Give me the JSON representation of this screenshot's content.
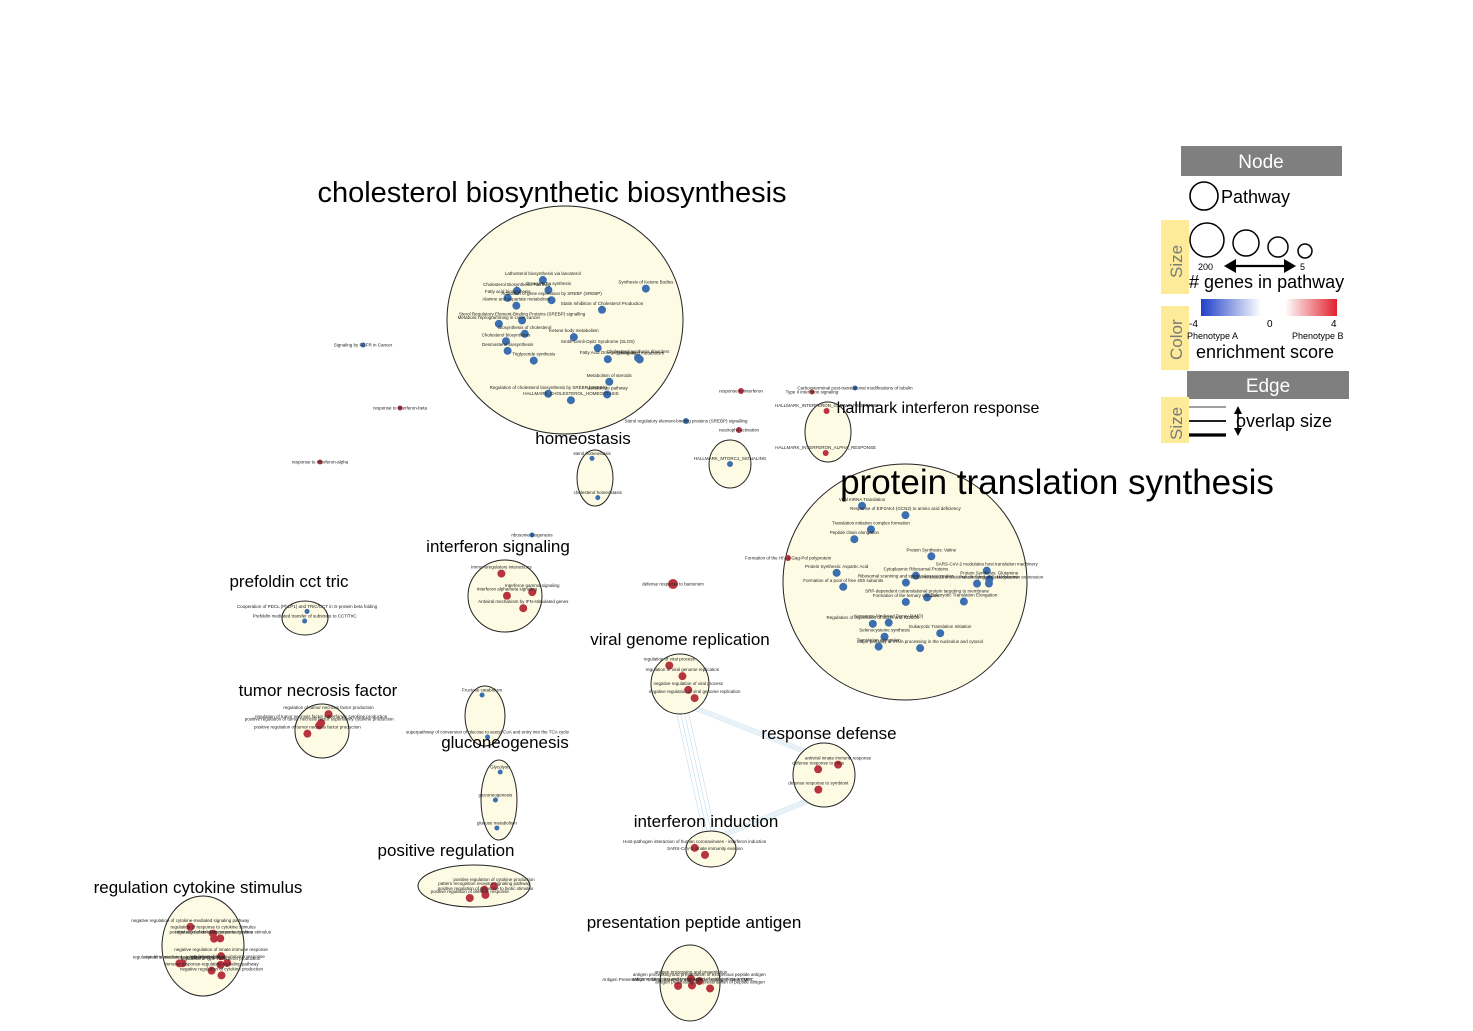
{
  "colors": {
    "cluster_fill": "#fdfbe3",
    "cluster_stroke": "#222222",
    "edge": "#9cc6dc",
    "node_blue": "#3b6fb0",
    "node_red": "#b8343f",
    "legend_header": "#7f7f7f",
    "legend_side": "#fdeb9a",
    "scale_low": "#1f3fc8",
    "scale_high": "#e0212e"
  },
  "clusters": [
    {
      "id": "cholesterol",
      "label": "cholesterol biosynthetic biosynthesis",
      "nodes": [
        "Metabolic reprogramming in colon cancer",
        "Smith-Lemli-Opitz Syndrome (SLOS)",
        "Cholesterol biosynthesis",
        "Cholesterol synthesis disorders",
        "Cholesterol Biosynthesis Pathway",
        "Regulation of cholesterol biosynthesis by SREBP (SREBF)",
        "Activation of gene expression by SREBF (SREBP)",
        "Sterol Regulatory Element-Binding Proteins (SREBP) signalling",
        "Omega-9 FA synthesis",
        "Fatty acid biosynthesis",
        "Ketone body metabolism",
        "Synthesis of Ketone Bodies",
        "Fatty Acid Omega Oxidation",
        "Statin Inhibition of Cholesterol Production",
        "Desmosterol biosynthesis",
        "Lathosterol biosynthesis via lanosterol",
        "Mevalonate pathway",
        "Biosynthesis of cholesterol",
        "Alanine and aspartate metabolism",
        "Metabolism of steroids",
        "Triglyceride synthesis",
        "Sphingolipid metabolism",
        "HALLMARK_CHOLESTEROL_HOMEOSTASIS"
      ]
    },
    {
      "id": "homeostasis",
      "label": "homeostasis",
      "nodes": [
        "sterol homeostasis",
        "cholesterol homeostasis"
      ]
    },
    {
      "id": "interferon_response",
      "label": "hallmark interferon response",
      "nodes": [
        "HALLMARK_INTERFERON_GAMMA_RESPONSE",
        "HALLMARK_INTERFERON_ALPHA_RESPONSE"
      ]
    },
    {
      "id": "mtorc1",
      "label": "",
      "nodes": [
        "HALLMARK_MTORC1_SIGNALING"
      ]
    },
    {
      "id": "translation",
      "label": "protein translation synthesis",
      "nodes": [
        "Formation of the ternary complex",
        "Regulation of expression of SLITs and ROBOs",
        "SARS-CoV-2 modulates host translation machinery",
        "Peptide chain elongation",
        "Eukaryotic Translation Elongation",
        "Eukaryotic Translation Initiation",
        "Nonsense-Mediated Decay (NMD)",
        "Protein Synthesis: Aspartic Acid",
        "Major pathway of rRNA processing in the nucleolus and cytosol",
        "Translation initiation complex formation",
        "Ribosomal scanning and start codon recognition",
        "Formation of a pool of free 40S subunits",
        "L13a-mediated translational silencing of Ceruloplasmin expression",
        "SRP-dependent cotranslational protein targeting to membrane",
        "Selenocysteine synthesis",
        "Viral mRNA Translation",
        "Protein Synthesis: Valine",
        "Protein Synthesis: Methionine",
        "Protein Synthesis: Glutamine",
        "Response of EIF2AK4 (GCN2) to amino acid deficiency",
        "Cytoplasmic Ribosomal Proteins",
        "Translation elongation"
      ]
    },
    {
      "id": "interferon_signaling",
      "label": "interferon signaling",
      "nodes": [
        "Immunoregulatory interactions",
        "Interferon alpha/beta signaling",
        "Antiviral mechanism by IFN-stimulated genes",
        "Interferon gamma signaling"
      ]
    },
    {
      "id": "prefoldin",
      "label": "prefoldin cct tric",
      "nodes": [
        "Prefoldin mediated transfer of substrate to CCT/TriC",
        "Cooperation of PDCL (PhLP1) and TRiC/CCT in G-protein beta folding"
      ]
    },
    {
      "id": "viral_genome",
      "label": "viral genome replication",
      "nodes": [
        "regulation of viral process",
        "negative regulation of viral process",
        "regulation of viral genome replication",
        "negative regulation of viral genome replication"
      ]
    },
    {
      "id": "tnf",
      "label": "tumor necrosis factor",
      "nodes": [
        "regulation of tumor necrosis factor production",
        "positive regulation of tumor necrosis factor production",
        "positive regulation of tumor necrosis factor superfamily cytokine production",
        "regulation of tumor necrosis factor superfamily cytokine production"
      ]
    },
    {
      "id": "glycolysis_small",
      "label": "",
      "nodes": [
        "Fructose catabolism",
        "superpathway of conversion of glucose to acetyl CoA and entry into the TCA cycle"
      ]
    },
    {
      "id": "gluconeogenesis",
      "label": "gluconeogenesis",
      "nodes": [
        "Glycolysis",
        "gluconeogenesis",
        "glucose metabolism"
      ]
    },
    {
      "id": "response_defense",
      "label": "response defense",
      "nodes": [
        "defense response to virus",
        "defense response to symbiont",
        "antiviral innate immune response"
      ]
    },
    {
      "id": "interferon_induction",
      "label": "interferon induction",
      "nodes": [
        "Host-pathogen interaction of human coronaviruses - interferon induction",
        "SARS-CoV-2 innate immunity evasion"
      ]
    },
    {
      "id": "positive_regulation",
      "label": "positive regulation",
      "nodes": [
        "pattern recognition receptor signaling pathway",
        "positive regulation of response to biotic stimulus",
        "positive regulation of defense response",
        "positive regulation of cytokine production"
      ]
    },
    {
      "id": "cytokine",
      "label": "regulation cytokine stimulus",
      "nodes": [
        "positive regulation of response to cytokine stimulus",
        "cytokine-mediated signaling pathway",
        "regulation of response to cytokine stimulus",
        "negative regulation of cytokine production",
        "regulation of innate immune response",
        "negative regulation of innate immune response",
        "regulation of type I interferon production",
        "negative regulation of cytokine-mediated signaling pathway",
        "regulation of defense response to virus",
        "immune response-regulating signaling pathway",
        "regulation of innate immune response pathway"
      ]
    },
    {
      "id": "antigen",
      "label": "presentation peptide antigen",
      "nodes": [
        "antigen processing and presentation of peptide antigen",
        "antigen processing and presentation of exogenous peptide antigen",
        "antigen processing and presentation of endogenous antigen",
        "antigen processing and presentation",
        "Antigen Presentation: Folding, assembly and peptide loading of class I MHC"
      ]
    }
  ],
  "singletons": [
    "Signaling by FGFR in Cancer",
    "response to interferon-beta",
    "response to interferon-alpha",
    "response to interferon",
    "Type II interferon signaling",
    "Carboxyterminal post-translational modifications of tubulin",
    "Sterol regulatory element-binding proteins (SREBP) signalling",
    "neutrophil activation",
    "ribosome biogenesis",
    "defense response to bacterium",
    "Formation of the HIV-1 Gag-Pol polyprotein"
  ],
  "legend": {
    "node_header": "Node",
    "pathway_label": "Pathway",
    "size_side": "Size",
    "size_max": "200",
    "size_min": "5",
    "genes_label": "# genes in pathway",
    "color_side": "Color",
    "scale_min": "-4",
    "scale_mid": "0",
    "scale_max": "4",
    "phenotype_a": "Phenotype A",
    "phenotype_b": "Phenotype B",
    "enrichment_label": "enrichment score",
    "edge_header": "Edge",
    "edge_side": "Size",
    "overlap_label": "overlap size"
  }
}
